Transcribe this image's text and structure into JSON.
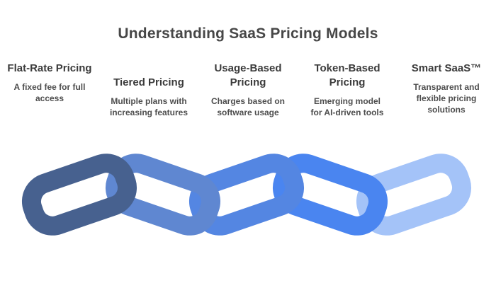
{
  "title": "Understanding SaaS Pricing Models",
  "columns": [
    {
      "heading": "Flat-Rate Pricing",
      "description": "A fixed fee for full access"
    },
    {
      "heading": "Tiered Pricing",
      "description": "Multiple plans with increasing features"
    },
    {
      "heading": "Usage-Based Pricing",
      "description": "Charges based on software usage"
    },
    {
      "heading": "Token-Based Pricing",
      "description": "Emerging model for AI-driven tools"
    },
    {
      "heading": "Smart SaaS™",
      "description": "Transparent and flexible pricing solutions"
    }
  ],
  "chain": {
    "links": [
      {
        "color": "#47618f"
      },
      {
        "color": "#5f87d1"
      },
      {
        "color": "#5486e2"
      },
      {
        "color": "#4a85f0"
      },
      {
        "color": "#a4c3f8"
      }
    ]
  },
  "colors": {
    "background": "#ffffff",
    "title_text": "#474747",
    "heading_text": "#3b3b3b",
    "body_text": "#4d4d4d"
  }
}
